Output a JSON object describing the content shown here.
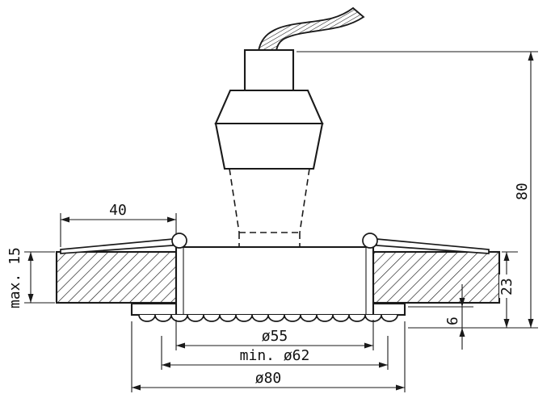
{
  "drawing": {
    "dims": {
      "flange_width": "40",
      "ceiling_thickness": "max. 15",
      "total_height": "80",
      "recess_depth": "23",
      "trim_height": "6",
      "inner_diameter": "ø55",
      "cutout_diameter": "min. ø62",
      "outer_diameter": "ø80"
    },
    "colors": {
      "line": "#1a1a1a",
      "background": "#ffffff"
    }
  }
}
